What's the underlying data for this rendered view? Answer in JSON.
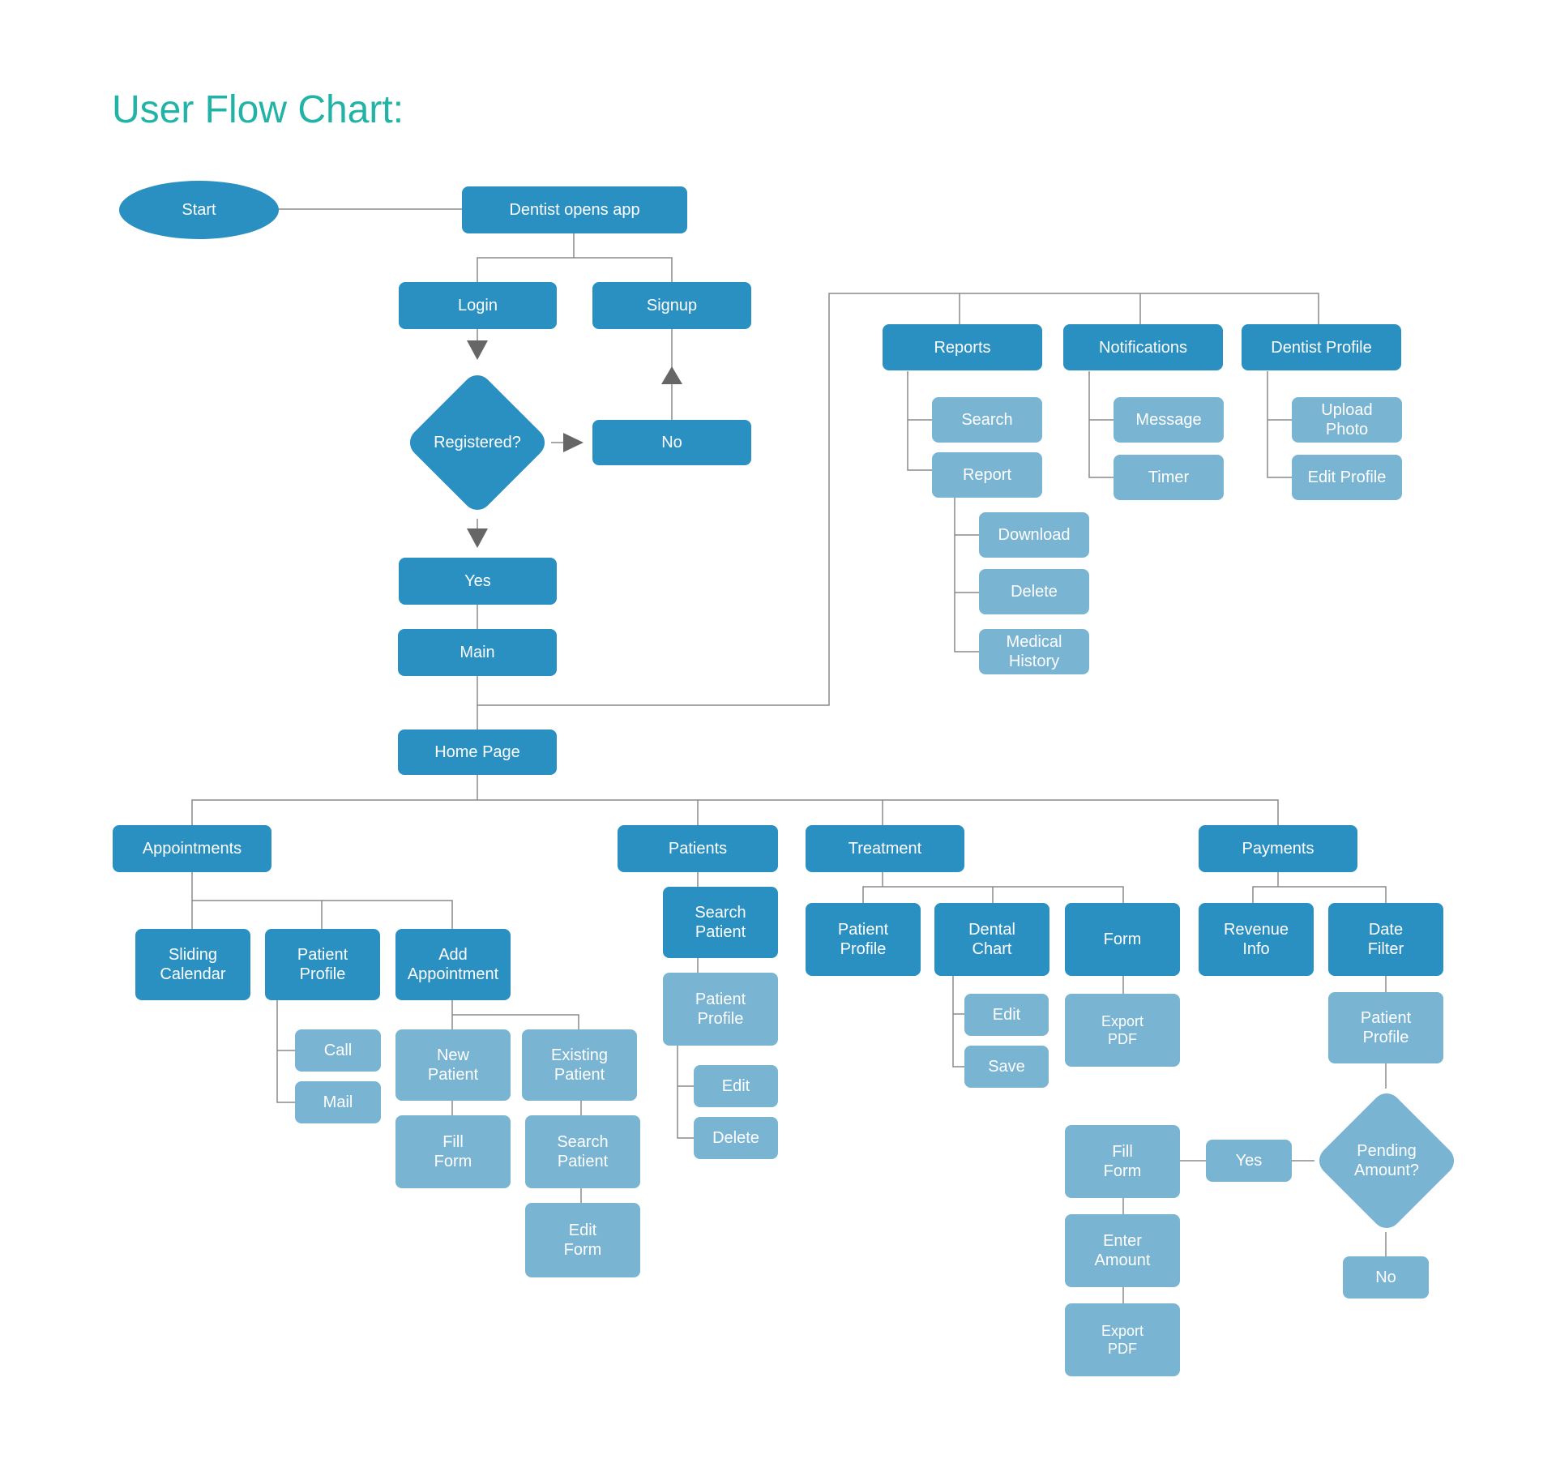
{
  "title": "User Flow Chart:",
  "colors": {
    "dark": "#2a8fc1",
    "light": "#79b4d2",
    "title": "#22b3a7",
    "connector": "#8a8a8a"
  },
  "nodes": {
    "start": "Start",
    "dentist_opens_app": "Dentist opens app",
    "login": "Login",
    "signup": "Signup",
    "registered": "Registered?",
    "no": "No",
    "yes": "Yes",
    "main": "Main",
    "home_page": "Home Page",
    "reports": "Reports",
    "notifications": "Notifications",
    "dentist_profile": "Dentist Profile",
    "reports_search": "Search",
    "reports_report": "Report",
    "download": "Download",
    "delete_report": "Delete",
    "medical_history": "Medical\nHistory",
    "message": "Message",
    "timer": "Timer",
    "upload_photo": "Upload\nPhoto",
    "edit_profile": "Edit Profile",
    "appointments": "Appointments",
    "patients": "Patients",
    "treatment": "Treatment",
    "payments": "Payments",
    "sliding_calendar": "Sliding\nCalendar",
    "appt_patient_profile": "Patient\nProfile",
    "add_appointment": "Add\nAppointment",
    "call": "Call",
    "mail": "Mail",
    "new_patient": "New\nPatient",
    "existing_patient": "Existing\nPatient",
    "fill_form_appt": "Fill\nForm",
    "search_patient_appt": "Search\nPatient",
    "edit_form": "Edit\nForm",
    "search_patient": "Search\nPatient",
    "patients_patient_profile": "Patient\nProfile",
    "patients_edit": "Edit",
    "patients_delete": "Delete",
    "treat_patient_profile": "Patient\nProfile",
    "dental_chart": "Dental\nChart",
    "form": "Form",
    "dental_edit": "Edit",
    "dental_save": "Save",
    "export_pdf_form": "Export\nPDF",
    "revenue_info": "Revenue\nInfo",
    "date_filter": "Date\nFilter",
    "pay_patient_profile": "Patient\nProfile",
    "pending_amount": "Pending\nAmount?",
    "pay_yes": "Yes",
    "pay_no": "No",
    "fill_form_pay": "Fill\nForm",
    "enter_amount": "Enter\nAmount",
    "export_pdf_pay": "Export\nPDF"
  }
}
